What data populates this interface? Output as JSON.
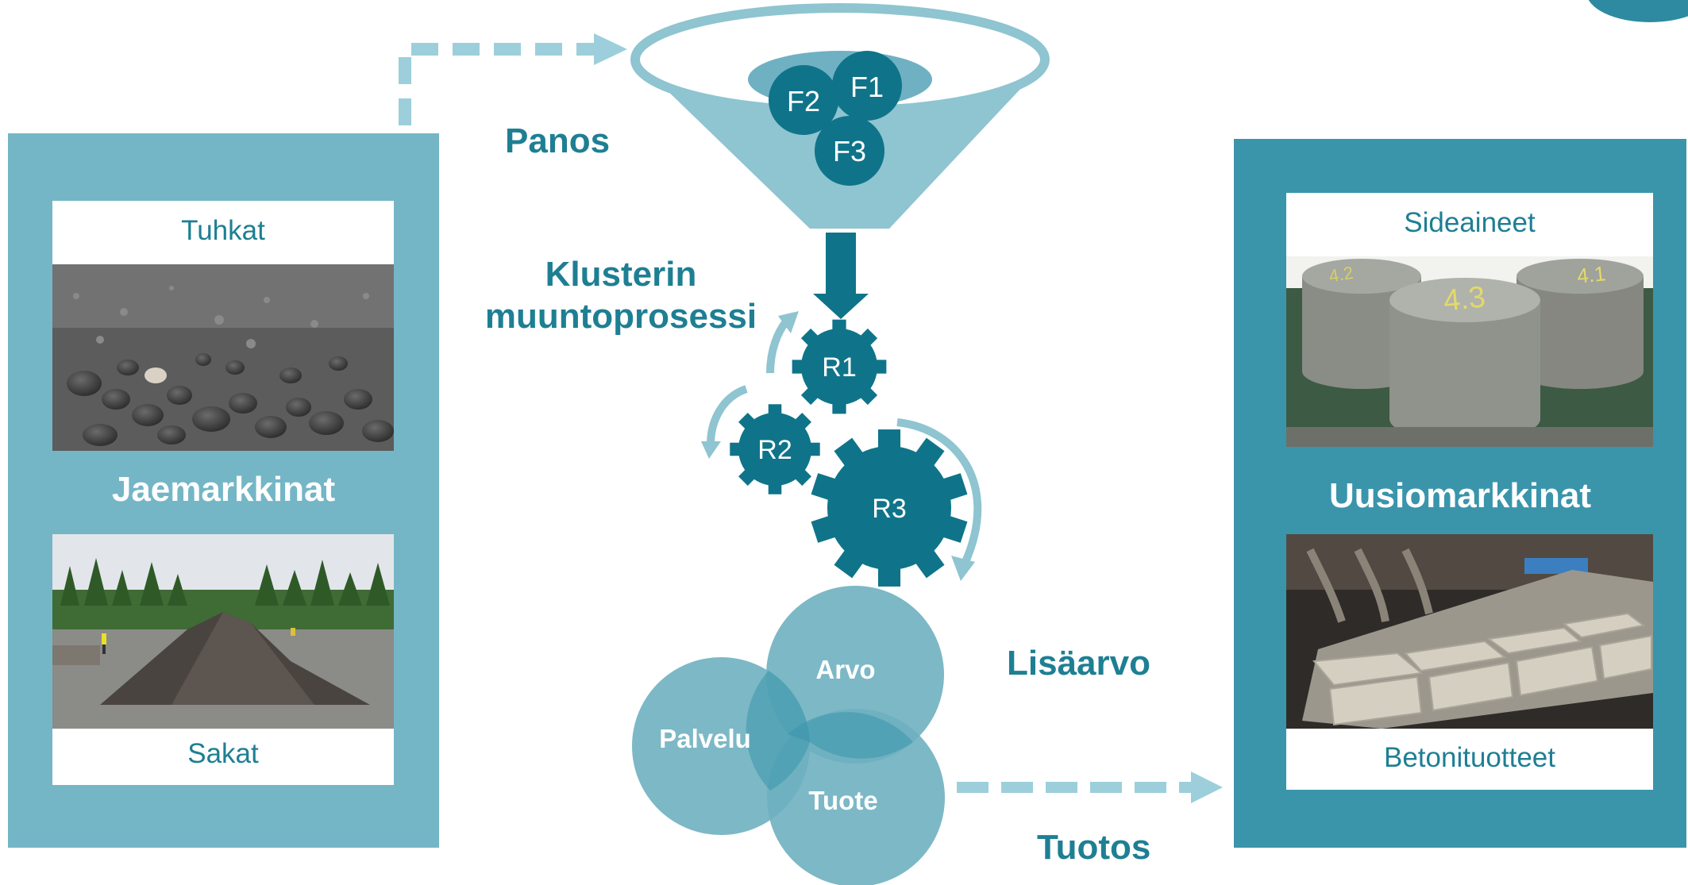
{
  "waste_market": {
    "title": "Jaemarkkinat",
    "top_photo_label": "Tuhkat",
    "bottom_photo_label": "Sakat"
  },
  "recycled_market": {
    "title": "Uusiomarkkinat",
    "top_photo_label": "Sideaineet",
    "bottom_photo_label": "Betonituotteet"
  },
  "stages": {
    "input": "Panos",
    "process_line1": "Klusterin",
    "process_line2": "muuntoprosessi",
    "added_value": "Lisäarvo",
    "output": "Tuotos"
  },
  "funnel_items": [
    "F1",
    "F2",
    "F3"
  ],
  "gears": [
    "R1",
    "R2",
    "R3"
  ],
  "venn": {
    "value": "Arvo",
    "service": "Palvelu",
    "product": "Tuote"
  },
  "photo_markings": {
    "binder_sample_a": "4.3",
    "binder_sample_b": "4.1",
    "binder_sample_c": "4.2"
  },
  "colors": {
    "panel_light": "#74b6c6",
    "panel_dark": "#3a95ab",
    "primary_dark": "#0f7489",
    "funnel": "#8fc4d1",
    "funnel_inner": "#6fb1c2",
    "arrow_light": "#9ccfdb",
    "label_text": "#1e7f93",
    "venn_fill": "#6fb0c0"
  }
}
